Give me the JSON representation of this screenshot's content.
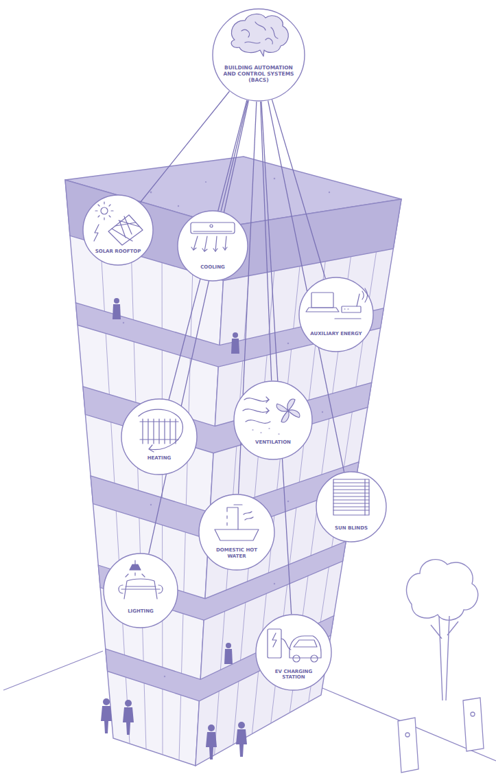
{
  "diagram": {
    "nodes": [
      {
        "text": [
          "BUILDING AUTOMATION AND CONTROL SYSTEMS (BACS)"
        ]
      },
      {
        "text": [
          "SOLAR ROOFTOP"
        ]
      },
      {
        "text": [
          "COOLING"
        ]
      },
      {
        "text": [
          "AUXILIARY ENERGY"
        ]
      },
      {
        "text": [
          "HEATING"
        ]
      },
      {
        "text": [
          "VENTILATION"
        ]
      },
      {
        "text": [
          "SUN BLINDS"
        ]
      },
      {
        "text": [
          "DOMESTIC HOT WATER"
        ]
      },
      {
        "text": [
          "LIGHTING"
        ]
      },
      {
        "text": [
          "EV CHARGING STATION"
        ]
      }
    ],
    "edges": [
      {
        "from": 0,
        "to": 1,
        "arrow": "none"
      },
      {
        "from": 0,
        "to": 2,
        "arrow": "none"
      },
      {
        "from": 0,
        "to": 3,
        "arrow": "none"
      },
      {
        "from": 0,
        "to": 4,
        "arrow": "none"
      },
      {
        "from": 0,
        "to": 5,
        "arrow": "none"
      },
      {
        "from": 0,
        "to": 6,
        "arrow": "none"
      },
      {
        "from": 0,
        "to": 7,
        "arrow": "none"
      },
      {
        "from": 0,
        "to": 8,
        "arrow": "none"
      },
      {
        "from": 0,
        "to": 9,
        "arrow": "none"
      }
    ]
  }
}
